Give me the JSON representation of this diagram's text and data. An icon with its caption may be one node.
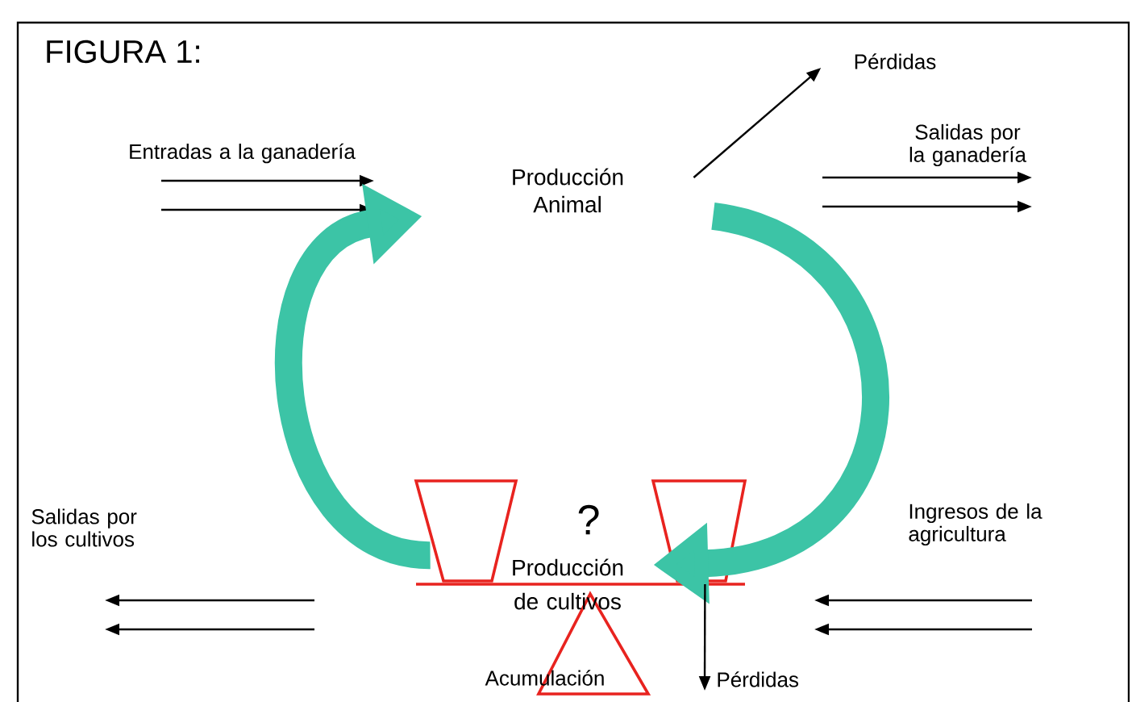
{
  "diagram": {
    "title": "FIGURA 1:",
    "nodes": [
      {
        "text": [
          "Producción Animal"
        ]
      },
      {
        "text": [
          "Producción de cultivos"
        ]
      },
      {
        "text": [
          "Pérdidas"
        ]
      },
      {
        "text": [
          "Pérdidas"
        ]
      }
    ],
    "edges": [
      {
        "from": 1,
        "to": 0,
        "arrow": "to",
        "style": "thick",
        "color": "#3cc4a6"
      },
      {
        "from": 0,
        "to": 1,
        "arrow": "to",
        "style": "thick",
        "color": "#3cc4a6"
      },
      {
        "from": 0,
        "to": 2,
        "arrow": "to",
        "color": "#000000"
      },
      {
        "from": 1,
        "to": 3,
        "arrow": "to",
        "color": "#000000"
      }
    ],
    "labels": [
      "Entradas a la ganadería",
      "Salidas por la ganadería",
      "Salidas por los cultivos",
      "?",
      "Ingresos de la agricultura",
      "Acumulación"
    ]
  }
}
